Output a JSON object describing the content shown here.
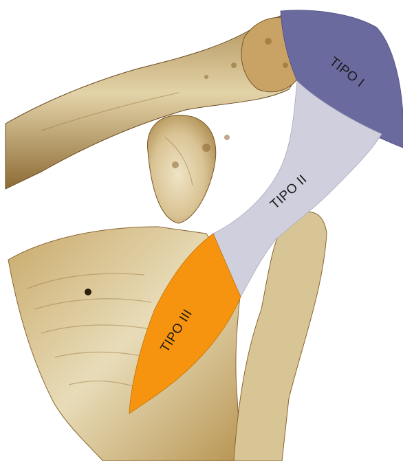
{
  "zones": [
    {
      "label": "TIPO I",
      "color": "#6a6a9e"
    },
    {
      "label": "TIPO II",
      "color": "#cfcfdd"
    },
    {
      "label": "TIPO III",
      "color": "#f7940f"
    }
  ],
  "colors": {
    "background": "#ffffff",
    "bone_light": "#e9dcb8",
    "bone_mid": "#c9ab72",
    "bone_dark": "#8a6530",
    "bone_shadow": "#6b4a1f"
  }
}
